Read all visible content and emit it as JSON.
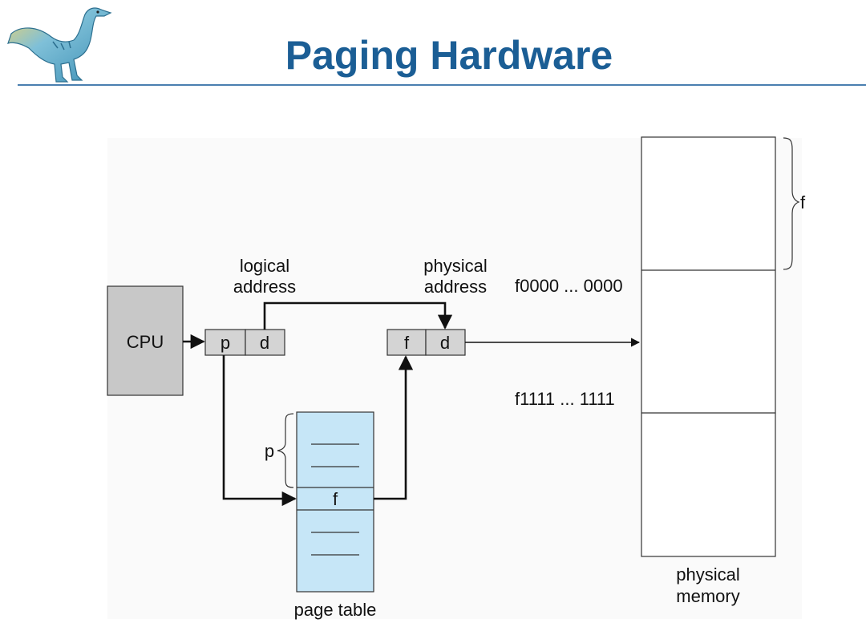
{
  "header": {
    "title": "Paging Hardware"
  },
  "logo": {
    "icon": "dinosaur-icon"
  },
  "diagram": {
    "cpu_label": "CPU",
    "logical_address": {
      "label_line1": "logical",
      "label_line2": "address",
      "page_field": "p",
      "offset_field": "d"
    },
    "physical_address": {
      "label_line1": "physical",
      "label_line2": "address",
      "frame_field": "f",
      "offset_field": "d"
    },
    "page_table": {
      "label": "page table",
      "index_brace_label": "p",
      "entry_label": "f"
    },
    "physical_memory": {
      "label_line1": "physical",
      "label_line2": "memory",
      "frame_brace_label": "f",
      "start_address": "f0000 ... 0000",
      "end_address": "f1111 ... 1111"
    },
    "colors": {
      "register_fill": "#d4d4d4",
      "page_table_fill": "#c6e6f7",
      "cpu_fill": "#c8c8c8",
      "title": "#1b5e95"
    }
  }
}
